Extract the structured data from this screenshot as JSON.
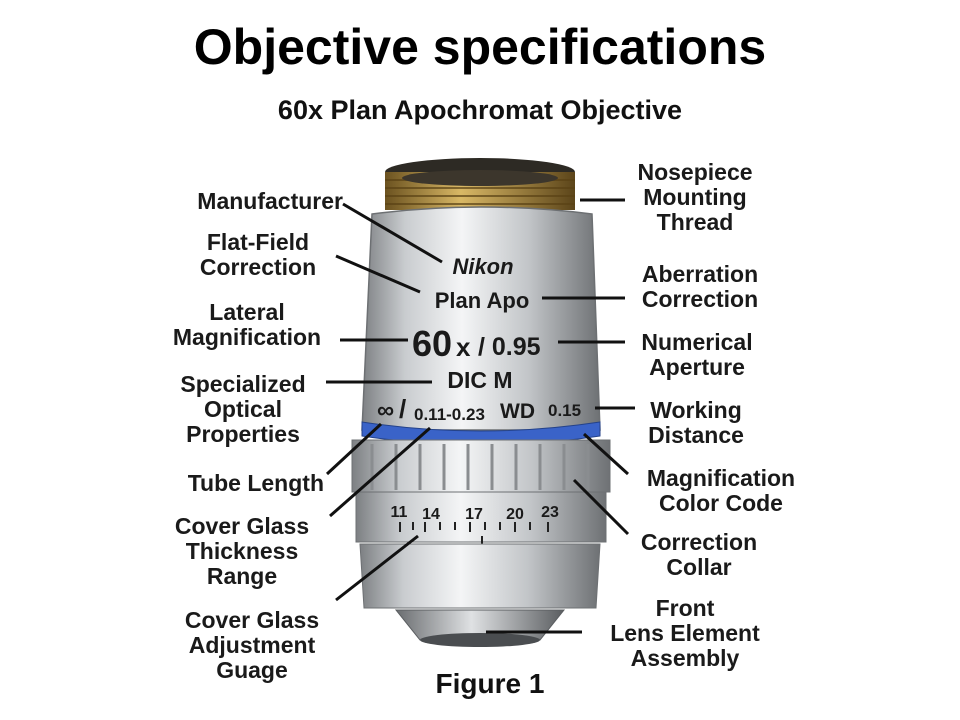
{
  "slide_title": "Objective specifications",
  "figure": {
    "title": "60x Plan Apochromat Objective",
    "caption": "Figure 1"
  },
  "engravings": {
    "manufacturer": "Nikon",
    "type": "Plan Apo",
    "magnification": "60",
    "mag_x": "x",
    "na": "/ 0.95",
    "special": "DIC M",
    "tube": "∞",
    "slash": "/",
    "cover_range": "0.11-0.23",
    "wd_label": "WD",
    "wd_value": "0.15",
    "collar_scale": [
      "11",
      "14",
      "17",
      "20",
      "23"
    ]
  },
  "labels_left": {
    "manufacturer": [
      "Manufacturer"
    ],
    "flat_field": [
      "Flat-Field",
      "Correction"
    ],
    "lateral_mag": [
      "Lateral",
      "Magnification"
    ],
    "specialized": [
      "Specialized",
      "Optical",
      "Properties"
    ],
    "tube_length": [
      "Tube Length"
    ],
    "cover_glass_range": [
      "Cover Glass",
      "Thickness",
      "Range"
    ],
    "cover_glass_gauge": [
      "Cover Glass",
      "Adjustment",
      "Guage"
    ]
  },
  "labels_right": {
    "nosepiece": [
      "Nosepiece",
      "Mounting",
      "Thread"
    ],
    "aberration": [
      "Aberration",
      "Correction"
    ],
    "numerical_aperture": [
      "Numerical",
      "Aperture"
    ],
    "working_distance": [
      "Working",
      "Distance"
    ],
    "mag_color": [
      "Magnification",
      "Color Code"
    ],
    "correction_collar": [
      "Correction",
      "Collar"
    ],
    "front_lens": [
      "Front",
      "Lens Element",
      "Assembly"
    ]
  },
  "colors": {
    "color_band": "#3a63c8",
    "thread": "#b8923a",
    "barrel": "#c9cccf"
  }
}
